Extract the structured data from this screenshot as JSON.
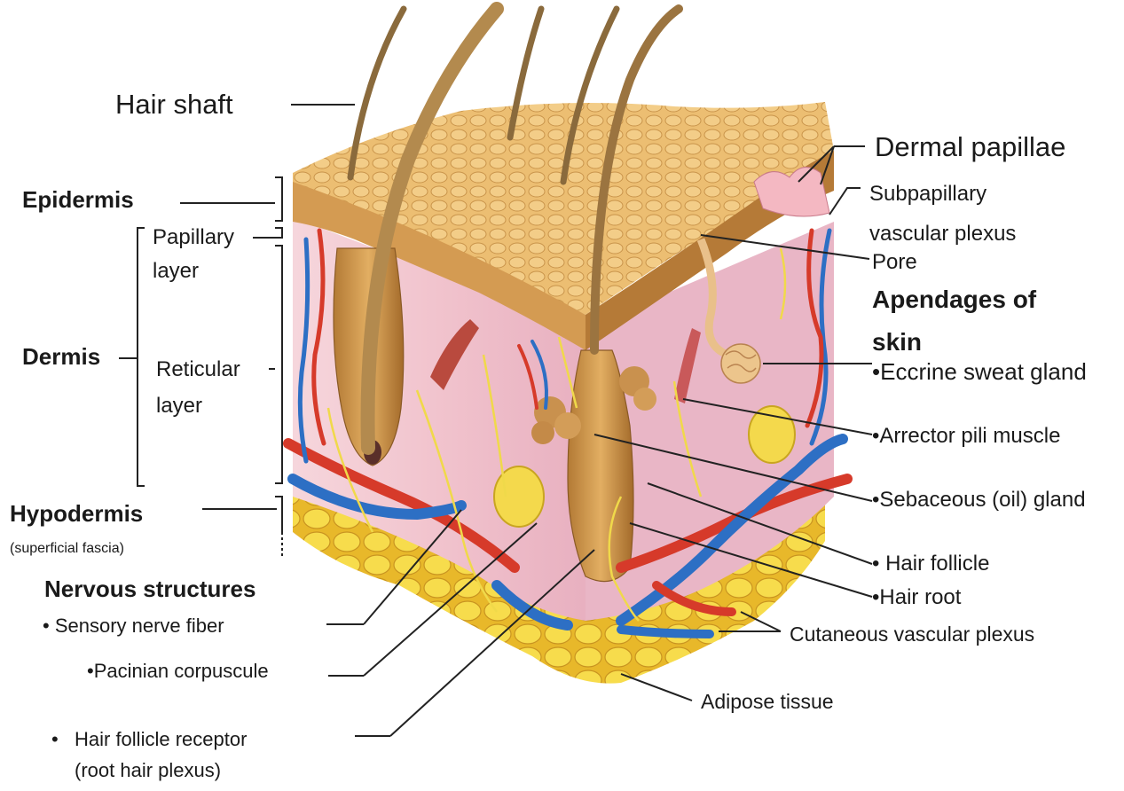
{
  "labels": {
    "hair_shaft": "Hair shaft",
    "epidermis": "Epidermis",
    "papillary_layer_1": "Papillary",
    "papillary_layer_2": "layer",
    "dermis": "Dermis",
    "reticular_layer_1": "Reticular",
    "reticular_layer_2": "layer",
    "hypodermis": "Hypodermis",
    "superficial_fascia": "(superficial fascia)",
    "nervous_structures": "Nervous structures",
    "sensory_nerve_fiber": "• Sensory nerve fiber",
    "pacinian_corpuscle": "•Pacinian corpuscule",
    "hair_follicle_receptor_1": "Hair follicle receptor",
    "hair_follicle_receptor_2": "(root hair plexus)",
    "dermal_papillae": "Dermal papillae",
    "subpapillary_1": "Subpapillary",
    "subpapillary_2": "vascular plexus",
    "pore": "Pore",
    "appendages_1": "Apendages of",
    "appendages_2": "skin",
    "eccrine": "•Eccrine sweat gland",
    "arrector": "•Arrector pili muscle",
    "sebaceous": "•Sebaceous (oil) gland",
    "hair_follicle": "• Hair follicle",
    "hair_root": "•Hair root",
    "cutaneous_plexus": "Cutaneous vascular plexus",
    "adipose": "Adipose tissue"
  },
  "colors": {
    "epidermis_top": "#e9b969",
    "epidermis_side": "#c98f45",
    "dermis": "#f1c6cf",
    "adipose": "#f3d33c",
    "artery": "#d63a2a",
    "vein": "#2d6fc4",
    "nerve": "#f0d94a",
    "hair": "#8a6a3c",
    "leader_line": "#222222"
  },
  "icons": [
    "skin-cross-section-illustration"
  ]
}
